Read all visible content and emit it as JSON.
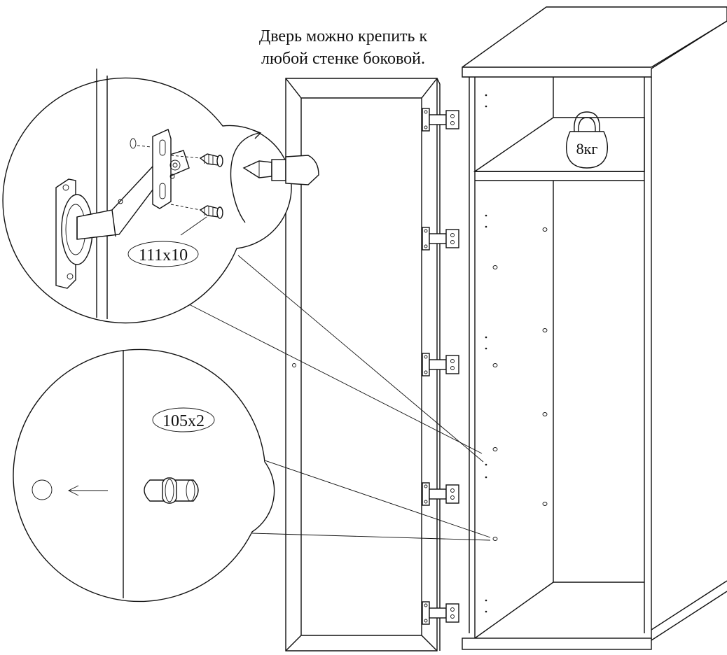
{
  "caption": "Дверь можно крепить к\nлюбой стенке боковой.",
  "screw_label": "111x10",
  "dowel_label": "105x2",
  "weight_label": "8кг",
  "icons": [
    "hinge-icon",
    "screwdriver-icon",
    "screw-icon",
    "dowel-icon",
    "kettlebell-icon",
    "rotation-arrow-icon",
    "insert-arrow-icon"
  ]
}
